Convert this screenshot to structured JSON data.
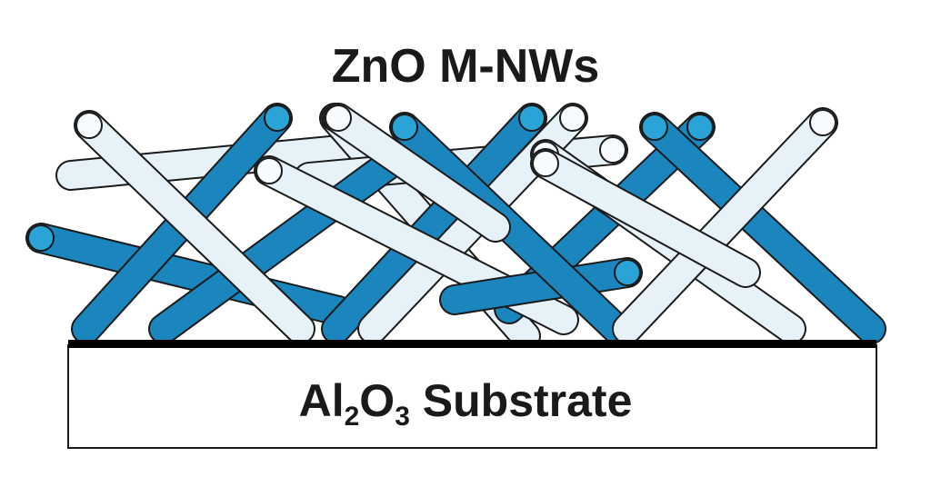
{
  "title": "ZnO M-NWs",
  "substrate": {
    "label_parts": [
      "Al",
      "2",
      "O",
      "3",
      " Substrate"
    ]
  },
  "colors": {
    "dark_wire_fill": "#1a86bd",
    "light_wire_fill": "#e7f1f8",
    "wire_outline": "#1a1a1a",
    "dark_wire_cap": "#2aa4d6",
    "light_wire_cap": "#f7fbfe",
    "substrate_fill": "#ffffff",
    "substrate_top": "#000000"
  },
  "wire_count": {
    "dark": 8,
    "light": 10
  }
}
